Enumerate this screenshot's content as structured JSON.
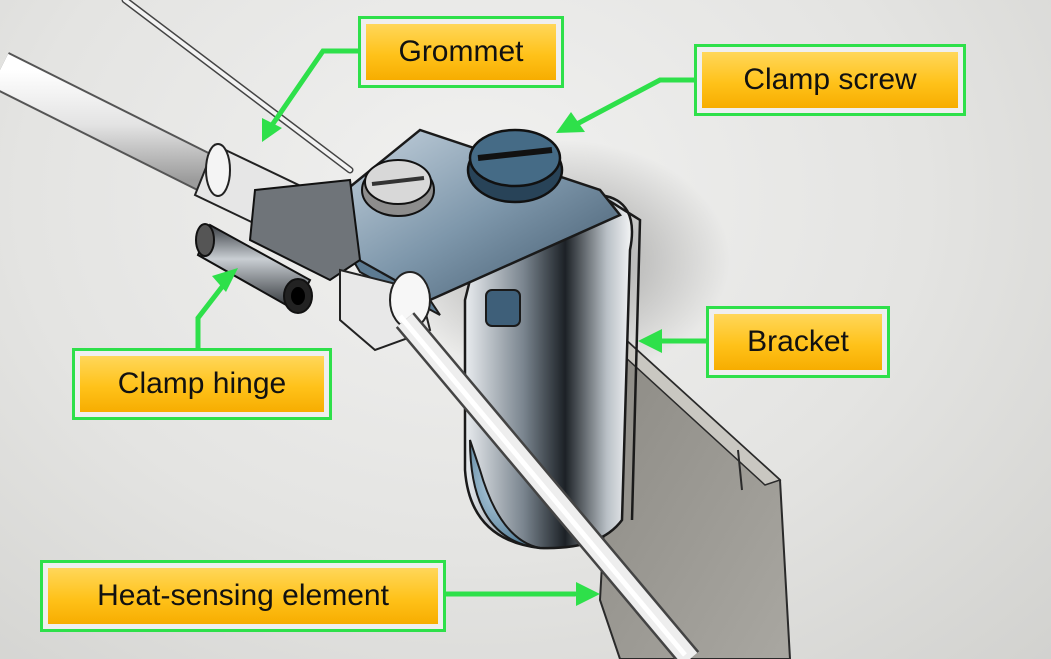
{
  "labels": {
    "grommet": "Grommet",
    "clamp_screw": "Clamp screw",
    "bracket": "Bracket",
    "clamp_hinge": "Clamp hinge",
    "heat_sensing_element": "Heat-sensing element"
  },
  "colors": {
    "callout_border": "#2ee04a",
    "callout_fill": "#ffc21a",
    "leader_line": "#2ee04a",
    "metal": "#9aa3ad",
    "clamp_blue": "#5a7a93"
  }
}
